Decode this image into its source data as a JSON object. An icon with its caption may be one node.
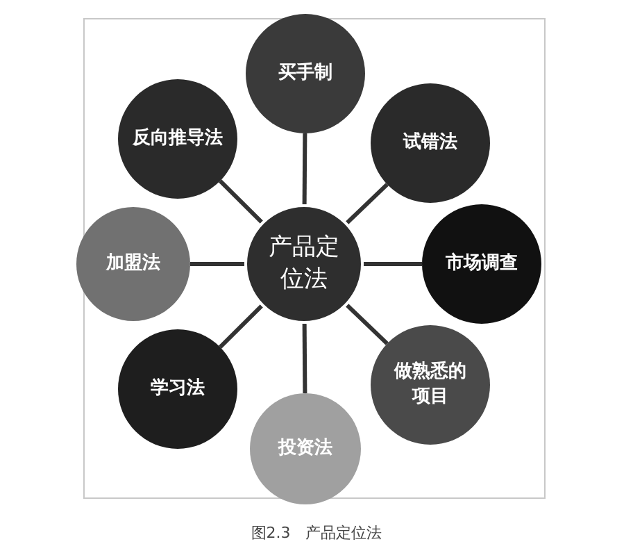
{
  "diagram": {
    "caption": "图2.3　产品定位法",
    "nodes": [
      {
        "text": [
          "产品定位法"
        ]
      },
      {
        "text": [
          "买手制"
        ]
      },
      {
        "text": [
          "试错法"
        ]
      },
      {
        "text": [
          "市场调查"
        ]
      },
      {
        "text": [
          "做熟悉的项目"
        ]
      },
      {
        "text": [
          "投资法"
        ]
      },
      {
        "text": [
          "学习法"
        ]
      },
      {
        "text": [
          "加盟法"
        ]
      },
      {
        "text": [
          "反向推导法"
        ]
      }
    ],
    "edges": [
      {
        "from": 0,
        "to": 1,
        "arrow": "none"
      },
      {
        "from": 0,
        "to": 2,
        "arrow": "none"
      },
      {
        "from": 0,
        "to": 3,
        "arrow": "none"
      },
      {
        "from": 0,
        "to": 4,
        "arrow": "none"
      },
      {
        "from": 0,
        "to": 5,
        "arrow": "none"
      },
      {
        "from": 0,
        "to": 6,
        "arrow": "none"
      },
      {
        "from": 0,
        "to": 7,
        "arrow": "none"
      },
      {
        "from": 0,
        "to": 8,
        "arrow": "none"
      }
    ]
  }
}
